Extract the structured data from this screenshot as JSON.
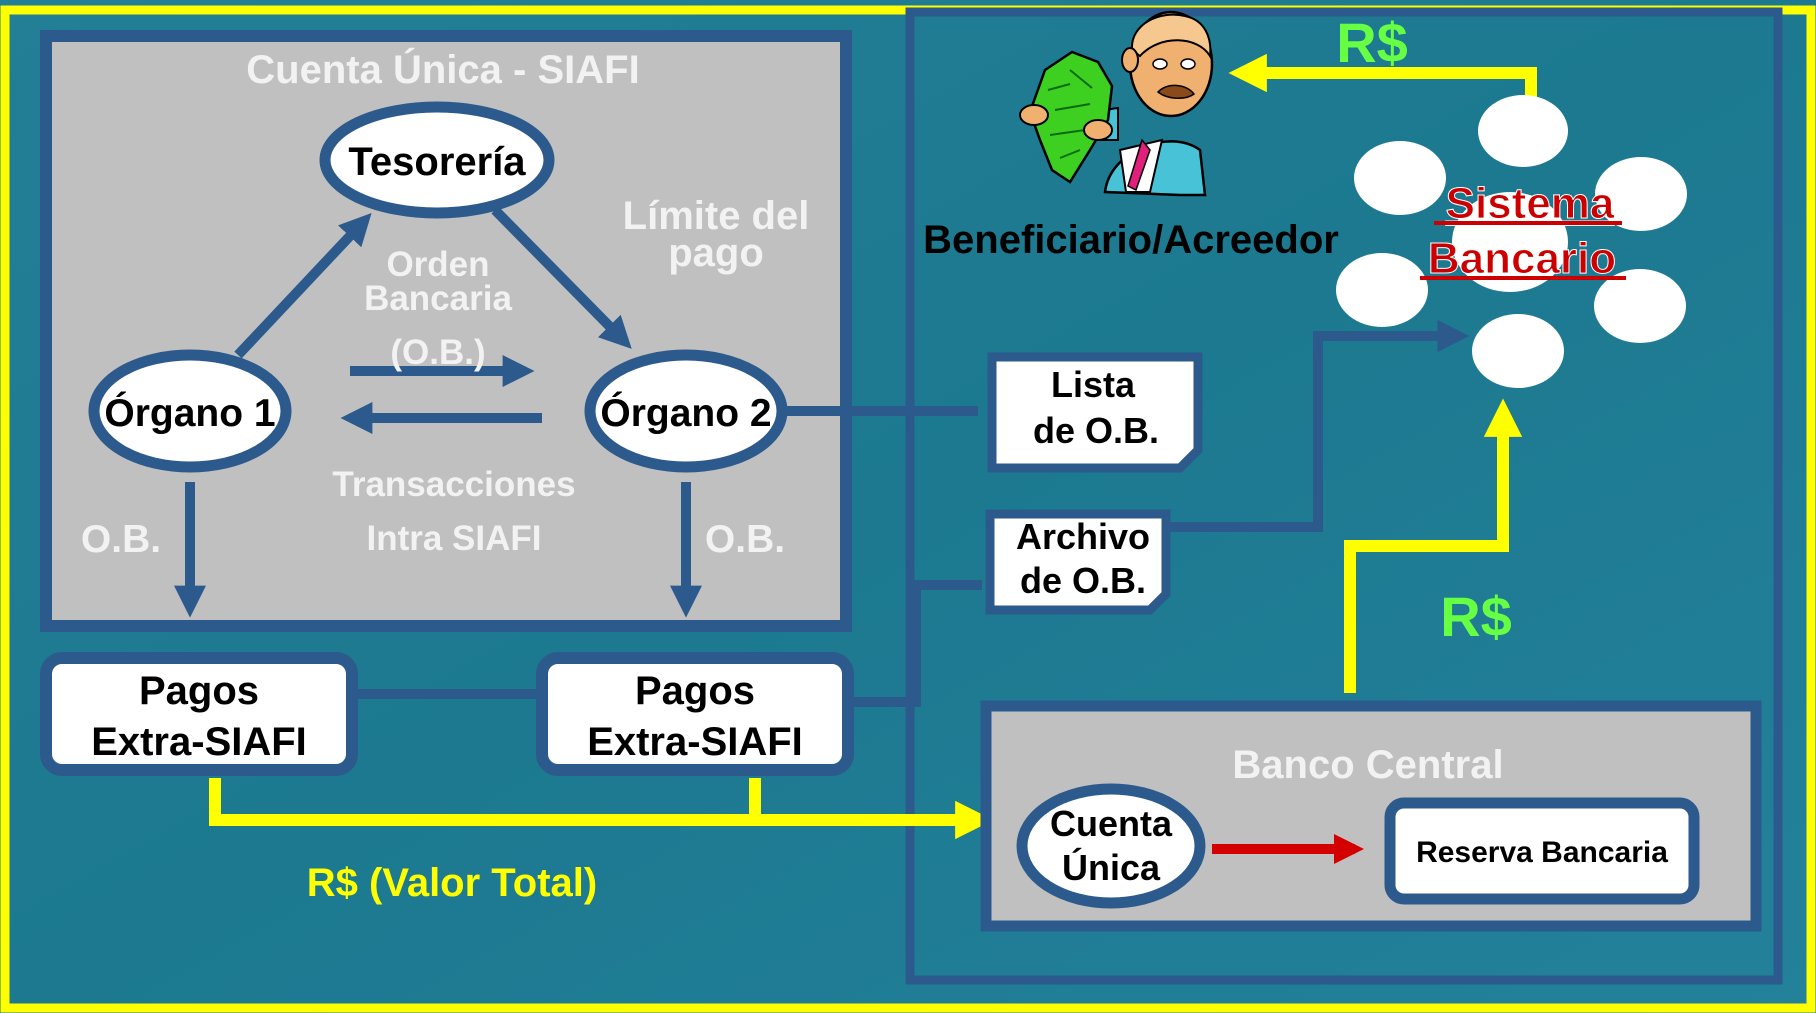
{
  "colors": {
    "background": "#1f7e94",
    "frame": "#ffff00",
    "panel_border": "#2c5a8c",
    "panel_fill": "#c0c0c0",
    "node_border": "#2c5a8c",
    "node_fill": "#ffffff",
    "money": "#66ff44",
    "money_flow": "#ffff00",
    "red_arrow": "#d40000",
    "bank_label": "#cc0000",
    "light_text": "#f2f2f2",
    "dark_text": "#000000"
  },
  "siafi": {
    "title": "Cuenta Única - SIAFI",
    "treasury": "Tesorería",
    "organ1": "Órgano 1",
    "organ2": "Órgano 2",
    "bank_order_line1": "Orden",
    "bank_order_line2": "Bancaria",
    "bank_order_line3": "(O.B.)",
    "payment_limit_line1": "Límite del",
    "payment_limit_line2": "pago",
    "transactions_line1": "Transacciones",
    "transactions_line2": "Intra SIAFI",
    "ob_left": "O.B.",
    "ob_right": "O.B."
  },
  "payments": {
    "left_line1": "Pagos",
    "left_line2": "Extra-SIAFI",
    "right_line1": "Pagos",
    "right_line2": "Extra-SIAFI"
  },
  "total_value": "R$ (Valor Total)",
  "documents": {
    "list_line1": "Lista",
    "list_line2": "de O.B.",
    "file_line1": "Archivo",
    "file_line2": "de O.B."
  },
  "beneficiary": {
    "label": "Beneficiario/Acreedor",
    "currency_top": "R$"
  },
  "banking_system": {
    "line1": "Sistema",
    "line2": "Bancario",
    "currency_mid": "R$"
  },
  "central_bank": {
    "title": "Banco Central",
    "single_account_line1": "Cuenta",
    "single_account_line2": "Única",
    "bank_reserve": "Reserva Bancaria"
  },
  "icons": {
    "beneficiary_clipart": "man-holding-money-icon"
  }
}
